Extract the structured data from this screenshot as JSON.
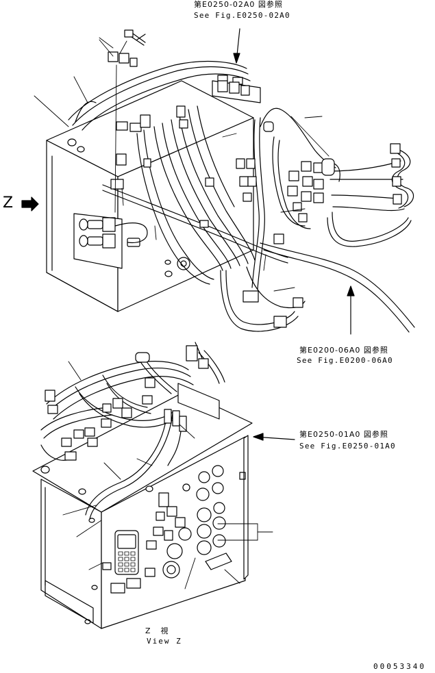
{
  "references": {
    "top": {
      "jp": "第E0250-02A0 図参照",
      "en": "See Fig.E0250-02A0"
    },
    "right": {
      "jp": "第E0200-06A0 図参照",
      "en": "See Fig.E0200-06A0"
    },
    "middle": {
      "jp": "第E0250-01A0 図参照",
      "en": "See Fig.E0250-01A0"
    }
  },
  "view_arrow_label": "Z",
  "view_caption": {
    "jp": "Z　視",
    "en": "View Z"
  },
  "figure_number": "00053340"
}
